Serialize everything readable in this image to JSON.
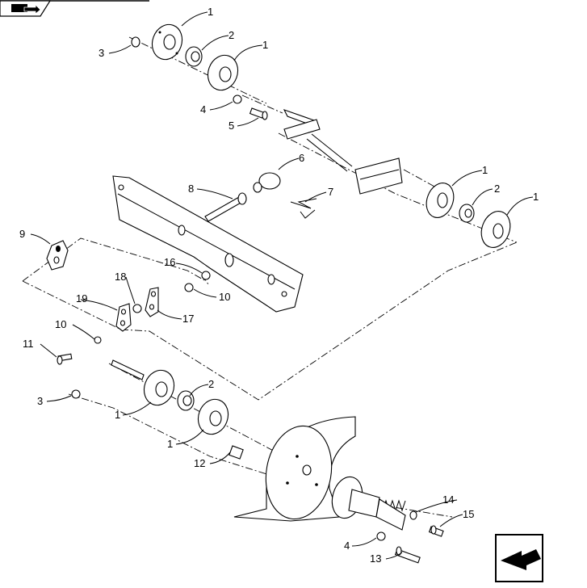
{
  "labels": {
    "l1a": "1",
    "l2a": "2",
    "l1b": "1",
    "l3a": "3",
    "l4a": "4",
    "l5": "5",
    "l6": "6",
    "l7": "7",
    "l8": "8",
    "l1c": "1",
    "l2b": "2",
    "l1d": "1",
    "l9": "9",
    "l16": "16",
    "l18": "18",
    "l19": "19",
    "l10a": "10",
    "l17": "17",
    "l10b": "10",
    "l11": "11",
    "l3b": "3",
    "l2c": "2",
    "l1e": "1",
    "l1f": "1",
    "l12": "12",
    "l14": "14",
    "l15": "15",
    "l4b": "4",
    "l13": "13"
  },
  "icons": {
    "top_left": "book-icon",
    "bottom_right": "next-page-arrow-icon"
  }
}
